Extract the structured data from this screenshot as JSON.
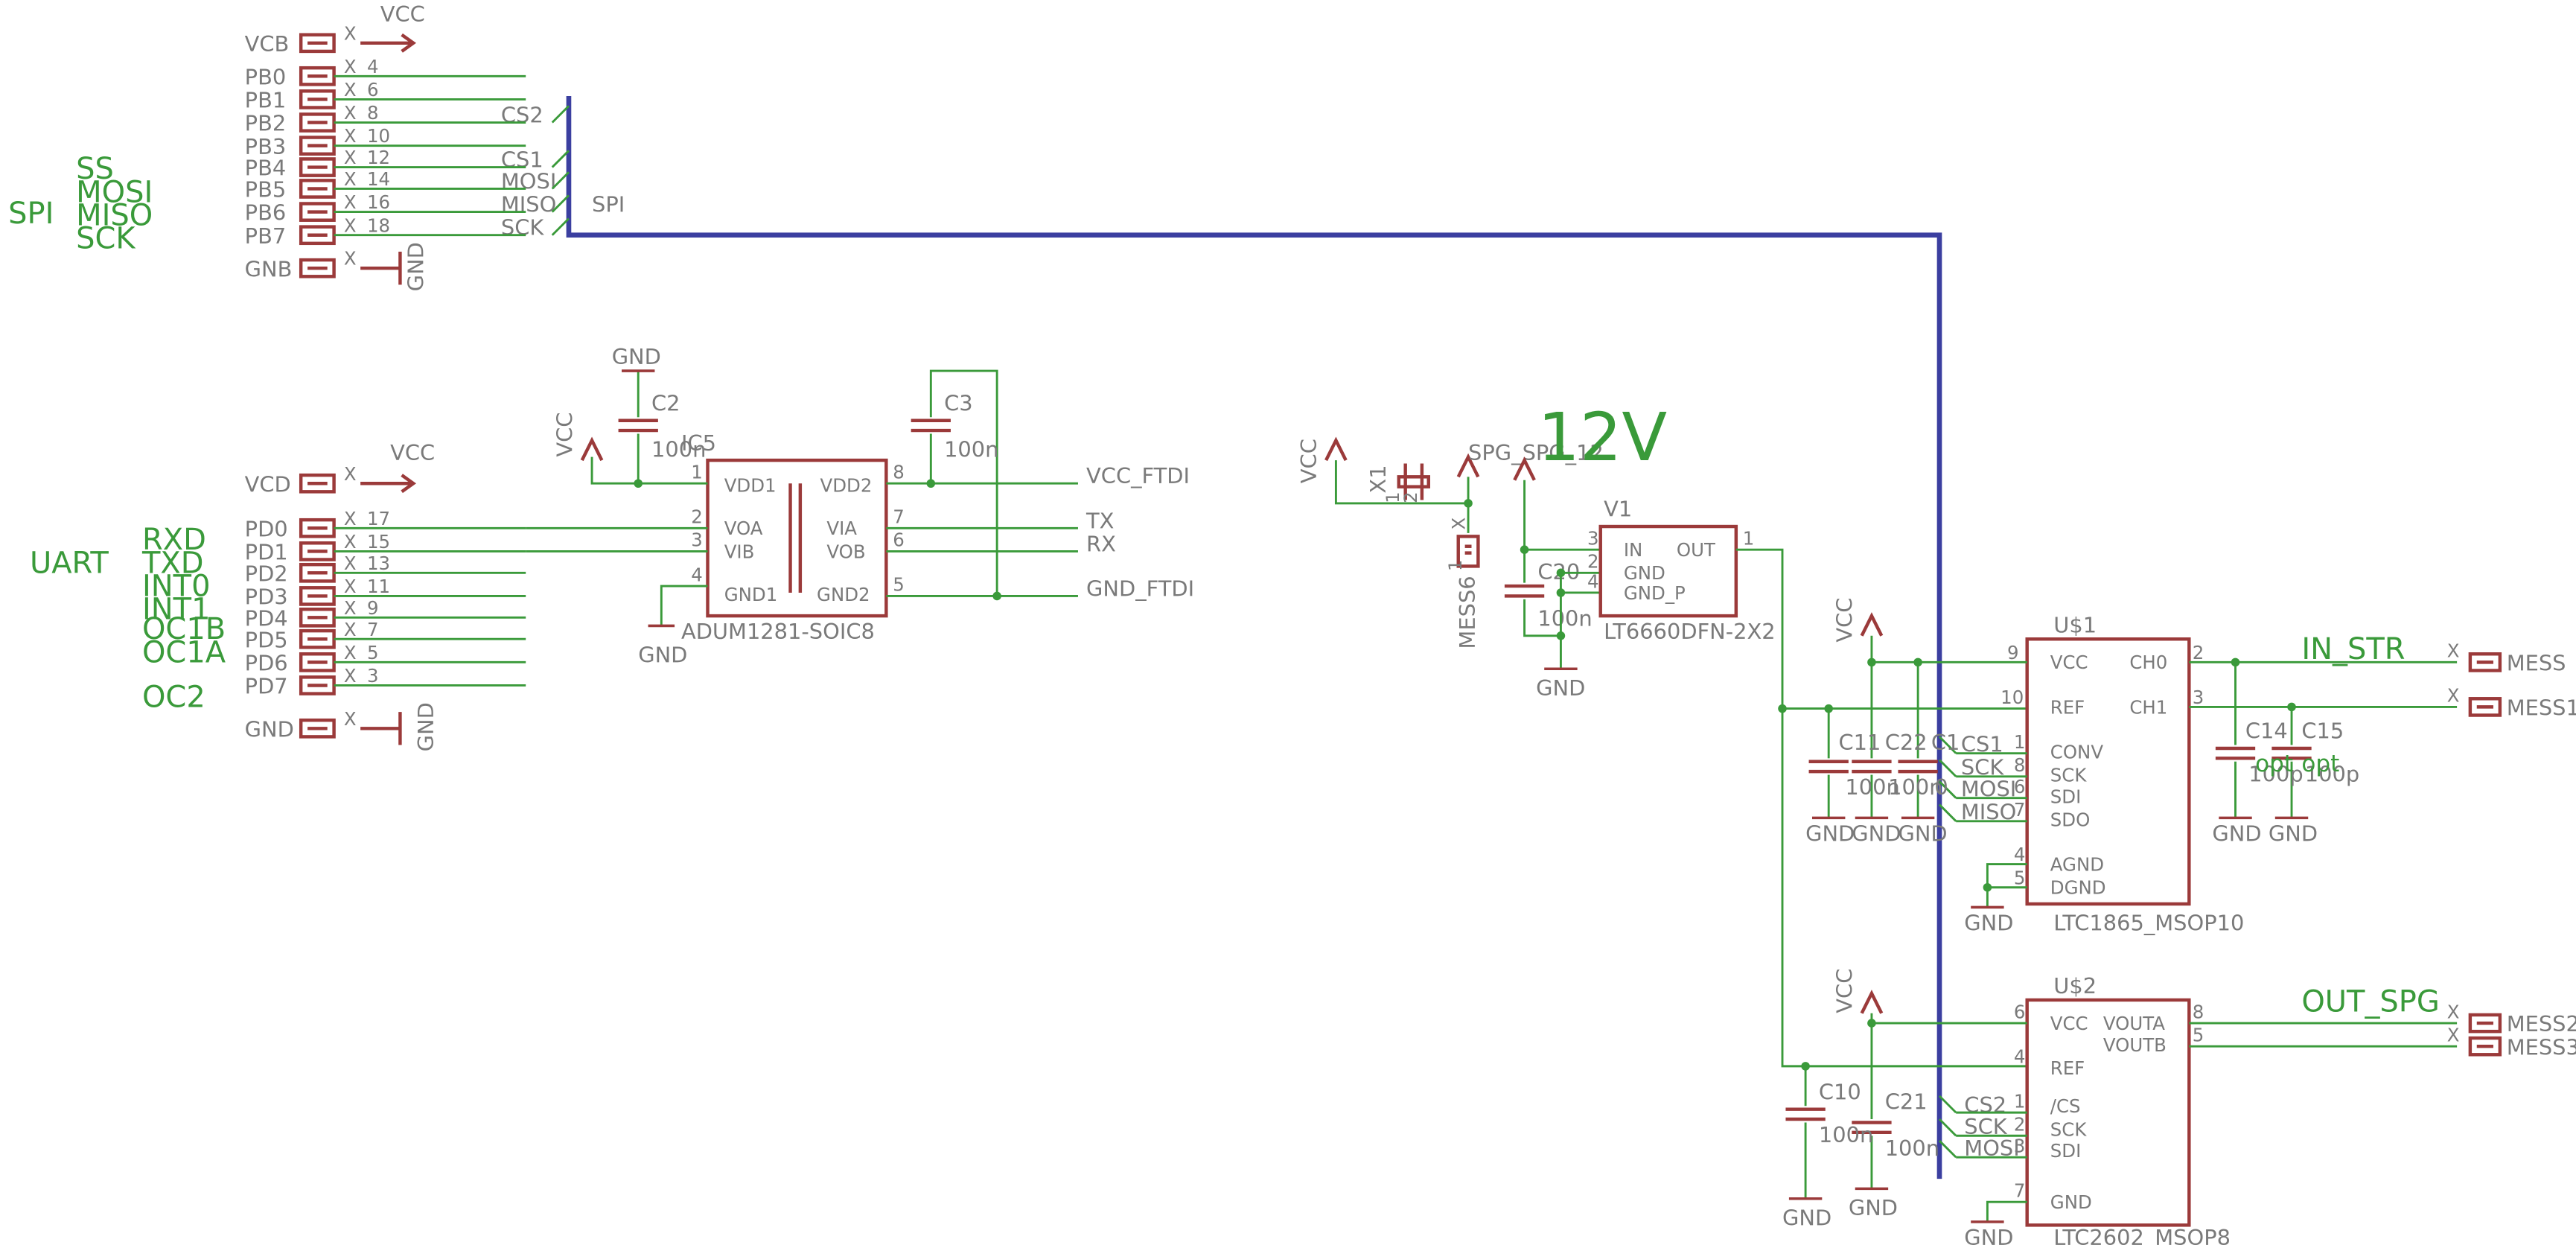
{
  "connectors": [
    {
      "name": "VCB",
      "pin": "X",
      "label": "VCC",
      "kind": "vcc"
    },
    {
      "name": "PB0",
      "pin": "X",
      "num": "4"
    },
    {
      "name": "PB1",
      "pin": "X",
      "num": "6"
    },
    {
      "name": "PB2",
      "pin": "X",
      "num": "8",
      "signal": "CS2"
    },
    {
      "name": "PB3",
      "pin": "X",
      "num": "10"
    },
    {
      "name": "PB4",
      "pin": "X",
      "num": "12",
      "signal": "CS1"
    },
    {
      "name": "PB5",
      "pin": "X",
      "num": "14",
      "signal": "MOSI"
    },
    {
      "name": "PB6",
      "pin": "X",
      "num": "16",
      "signal": "MISO"
    },
    {
      "name": "PB7",
      "pin": "X",
      "num": "18",
      "signal": "SCK"
    },
    {
      "name": "GNB",
      "pin": "X",
      "label": "GND",
      "kind": "gnd"
    }
  ],
  "connectors2": [
    {
      "name": "VCD",
      "pin": "X",
      "label": "VCC",
      "kind": "vcc"
    },
    {
      "name": "PD0",
      "pin": "X",
      "num": "17"
    },
    {
      "name": "PD1",
      "pin": "X",
      "num": "15"
    },
    {
      "name": "PD2",
      "pin": "X",
      "num": "13"
    },
    {
      "name": "PD3",
      "pin": "X",
      "num": "11"
    },
    {
      "name": "PD4",
      "pin": "X",
      "num": "9"
    },
    {
      "name": "PD5",
      "pin": "X",
      "num": "7"
    },
    {
      "name": "PD6",
      "pin": "X",
      "num": "5"
    },
    {
      "name": "PD7",
      "pin": "X",
      "num": "3"
    },
    {
      "name": "GND",
      "pin": "X",
      "label": "GND",
      "kind": "gnd"
    }
  ],
  "spi_block": {
    "title": "SPI",
    "lines": [
      "SS",
      "MOSI",
      "MISO",
      "SCK"
    ],
    "bus_label": "SPI"
  },
  "uart_block": {
    "title": "UART",
    "lines": [
      "RXD",
      "TXD",
      "INT0",
      "INT1",
      "OC1B",
      "OC1A"
    ],
    "extra": "OC2"
  },
  "ic5": {
    "ref": "IC5",
    "value": "ADUM1281-SOIC8",
    "pins_left": [
      {
        "num": "1",
        "name": "VDD1"
      },
      {
        "num": "2",
        "name": "VOA"
      },
      {
        "num": "3",
        "name": "VIB"
      },
      {
        "num": "4",
        "name": "GND1"
      }
    ],
    "pins_right": [
      {
        "num": "8",
        "name": "VDD2"
      },
      {
        "num": "7",
        "name": "VIA"
      },
      {
        "num": "6",
        "name": "VOB"
      },
      {
        "num": "5",
        "name": "GND2"
      }
    ],
    "nets": {
      "vcc_ftdi": "VCC_FTDI",
      "tx": "TX",
      "rx": "RX",
      "gnd_ftdi": "GND_FTDI"
    }
  },
  "caps_top": {
    "c2": {
      "ref": "C2",
      "value": "100n"
    },
    "c3": {
      "ref": "C3",
      "value": "100n"
    }
  },
  "power": {
    "vcc": "VCC",
    "gnd": "GND",
    "label_12v": "12V",
    "spg": "SPG_SPG_12",
    "x1": "X1",
    "mess6": "MESS6",
    "x_pin": "X",
    "x1_pins": [
      "1",
      "2"
    ],
    "mess6_pin": "1"
  },
  "v1": {
    "ref": "V1",
    "value": "LT6660DFN-2X2",
    "pins": [
      {
        "num": "3",
        "name": "IN"
      },
      {
        "num": "2",
        "name": "GND"
      },
      {
        "num": "4",
        "name": "GND_P"
      }
    ],
    "out": {
      "num": "1",
      "name": "OUT"
    },
    "cap": {
      "ref": "C20",
      "value": "100n"
    }
  },
  "u1": {
    "ref": "U$1",
    "value": "LTC1865_MSOP10",
    "pins_left": [
      {
        "num": "9",
        "name": "VCC"
      },
      {
        "num": "10",
        "name": "REF"
      },
      {
        "num": "1",
        "name": "CONV",
        "net": "CS1"
      },
      {
        "num": "8",
        "name": "SCK",
        "net": "SCK"
      },
      {
        "num": "6",
        "name": "SDI",
        "net": "MOSI"
      },
      {
        "num": "7",
        "name": "SDO",
        "net": "MISO"
      },
      {
        "num": "4",
        "name": "AGND"
      },
      {
        "num": "5",
        "name": "DGND"
      }
    ],
    "pins_right": [
      {
        "num": "2",
        "name": "CH0"
      },
      {
        "num": "3",
        "name": "CH1"
      }
    ],
    "caps": [
      {
        "ref": "C11",
        "value": "100n"
      },
      {
        "ref": "C22",
        "value": "100n"
      },
      {
        "ref": "C1",
        "value": "0"
      }
    ],
    "out_caps": [
      {
        "ref": "C14",
        "value": "100p",
        "opt": "opt"
      },
      {
        "ref": "C15",
        "value": "100p",
        "opt": "opt"
      }
    ],
    "net_in": "IN_STR",
    "mess": [
      "MESS",
      "MESS1"
    ]
  },
  "u2": {
    "ref": "U$2",
    "value": "LTC2602_MSOP8",
    "pins_left": [
      {
        "num": "6",
        "name": "VCC"
      },
      {
        "num": "4",
        "name": "REF"
      },
      {
        "num": "1",
        "name": "/CS",
        "net": "CS2"
      },
      {
        "num": "2",
        "name": "SCK",
        "net": "SCK"
      },
      {
        "num": "3",
        "name": "SDI",
        "net": "MOSI"
      },
      {
        "num": "7",
        "name": "GND"
      }
    ],
    "pins_right": [
      {
        "num": "8",
        "name": "VOUTA"
      },
      {
        "num": "5",
        "name": "VOUTB"
      }
    ],
    "caps": [
      {
        "ref": "C10",
        "value": "100n"
      },
      {
        "ref": "C21",
        "value": "100n"
      }
    ],
    "net_out": "OUT_SPG",
    "mess": [
      "MESS2",
      "MESS3"
    ]
  },
  "colors": {
    "symbol": "#9b3a3a",
    "wire": "#3a9a3a",
    "bus": "#3b3fa0",
    "text": "#7a7a7a"
  }
}
